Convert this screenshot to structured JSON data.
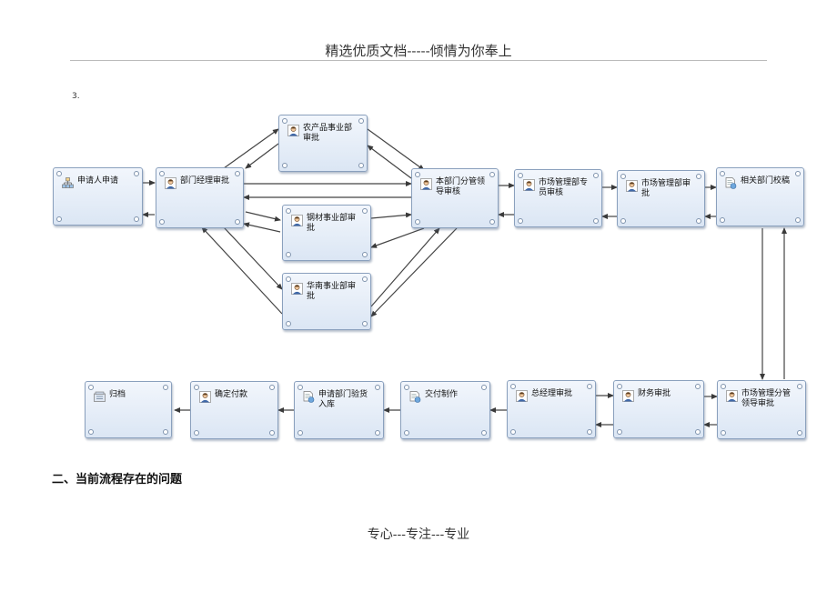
{
  "header": {
    "title": "精选优质文档-----倾情为你奉上"
  },
  "diagram": {
    "number": "3.",
    "nodes": {
      "apply": "申请人申请",
      "dept_mgr": "部门经理审批",
      "agri": "农产品事业部\n审批",
      "steel": "钢材事业部审\n批",
      "south": "华南事业部审\n批",
      "branch_lead": "本部门分管领\n导审核",
      "mkt_staff": "市场管理部专\n员审核",
      "mkt_dept": "市场管理部审\n批",
      "related": "相关部门校稿",
      "mkt_lead": "市场管理分管\n领导审批",
      "finance": "财务审批",
      "gm": "总经理审批",
      "deliver": "交付制作",
      "acceptance": "申请部门验货\n入库",
      "payment": "确定付款",
      "archive": "归档"
    }
  },
  "section": {
    "title": "二、当前流程存在的问题"
  },
  "footer": {
    "text": "专心---专注---专业"
  }
}
